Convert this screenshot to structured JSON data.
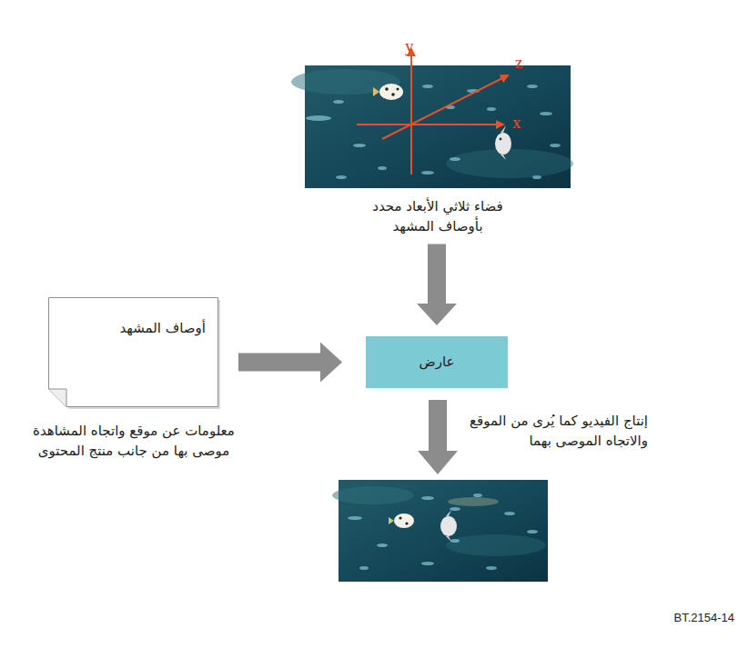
{
  "diagram": {
    "nodes": [
      {
        "text": [
          "فضاء ثلاثي الأبعاد محدد بأوصاف المشهد"
        ]
      },
      {
        "text": [
          "أوصاف المشهد",
          "معلومات عن موقع واتجاه المشاهدة موصى بها من جانب منتج المحتوى"
        ]
      },
      {
        "text": [
          "عارض"
        ]
      }
    ],
    "edges": [
      {
        "from": 0,
        "to": 2,
        "arrow": "to"
      },
      {
        "from": 1,
        "to": 2,
        "arrow": "to"
      }
    ],
    "labels": [
      "y",
      "z",
      "x",
      "إنتاج الفيديو كما يُرى من الموقع والاتجاه الموصى بهما",
      "BT.2154-14"
    ]
  }
}
